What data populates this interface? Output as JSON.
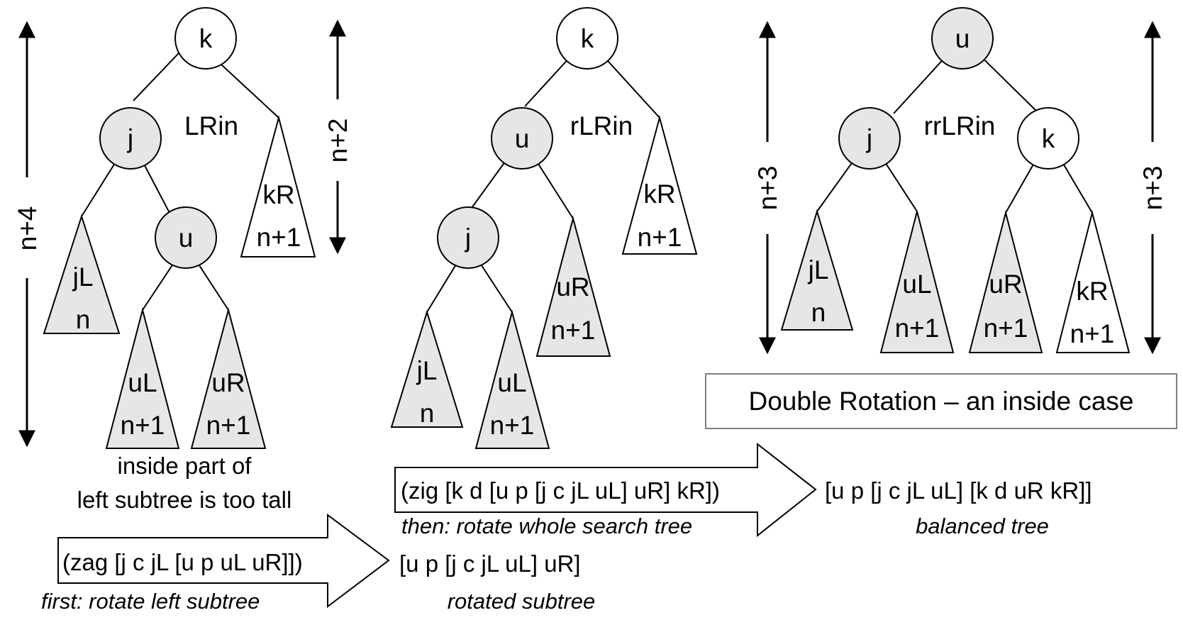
{
  "colors": {
    "shaded": "#e6e6e6",
    "plain": "#ffffff",
    "stroke": "#000000"
  },
  "tree1": {
    "root": "k",
    "left": "j",
    "inner": "u",
    "case_label": "LRin",
    "jL": {
      "name": "jL",
      "height": "n"
    },
    "uL": {
      "name": "uL",
      "height": "n+1"
    },
    "uR": {
      "name": "uR",
      "height": "n+1"
    },
    "kR": {
      "name": "kR",
      "height": "n+1"
    },
    "total_height": "n+4",
    "right_height": "n+2",
    "caption_line1": "inside part of",
    "caption_line2": "left subtree is too tall"
  },
  "tree2": {
    "root": "k",
    "left": "u",
    "inner": "j",
    "case_label": "rLRin",
    "jL": {
      "name": "jL",
      "height": "n"
    },
    "uL": {
      "name": "uL",
      "height": "n+1"
    },
    "uR": {
      "name": "uR",
      "height": "n+1"
    },
    "kR": {
      "name": "kR",
      "height": "n+1"
    }
  },
  "tree3": {
    "root": "u",
    "left": "j",
    "right": "k",
    "case_label": "rrLRin",
    "jL": {
      "name": "jL",
      "height": "n"
    },
    "uL": {
      "name": "uL",
      "height": "n+1"
    },
    "uR": {
      "name": "uR",
      "height": "n+1"
    },
    "kR": {
      "name": "kR",
      "height": "n+1"
    },
    "left_height": "n+3",
    "right_height": "n+3"
  },
  "title": "Double Rotation – an inside case",
  "step1": {
    "code": "(zag [j c jL [u p uL uR]])",
    "note": "first: rotate left subtree",
    "result": "[u p [j c jL uL] uR]",
    "result_note": "rotated subtree"
  },
  "step2": {
    "code": "(zig [k d [u p [j c jL uL] uR] kR])",
    "note": "then: rotate whole search tree",
    "result": "[u p [j c jL uL] [k d uR kR]]",
    "result_note": "balanced tree"
  }
}
